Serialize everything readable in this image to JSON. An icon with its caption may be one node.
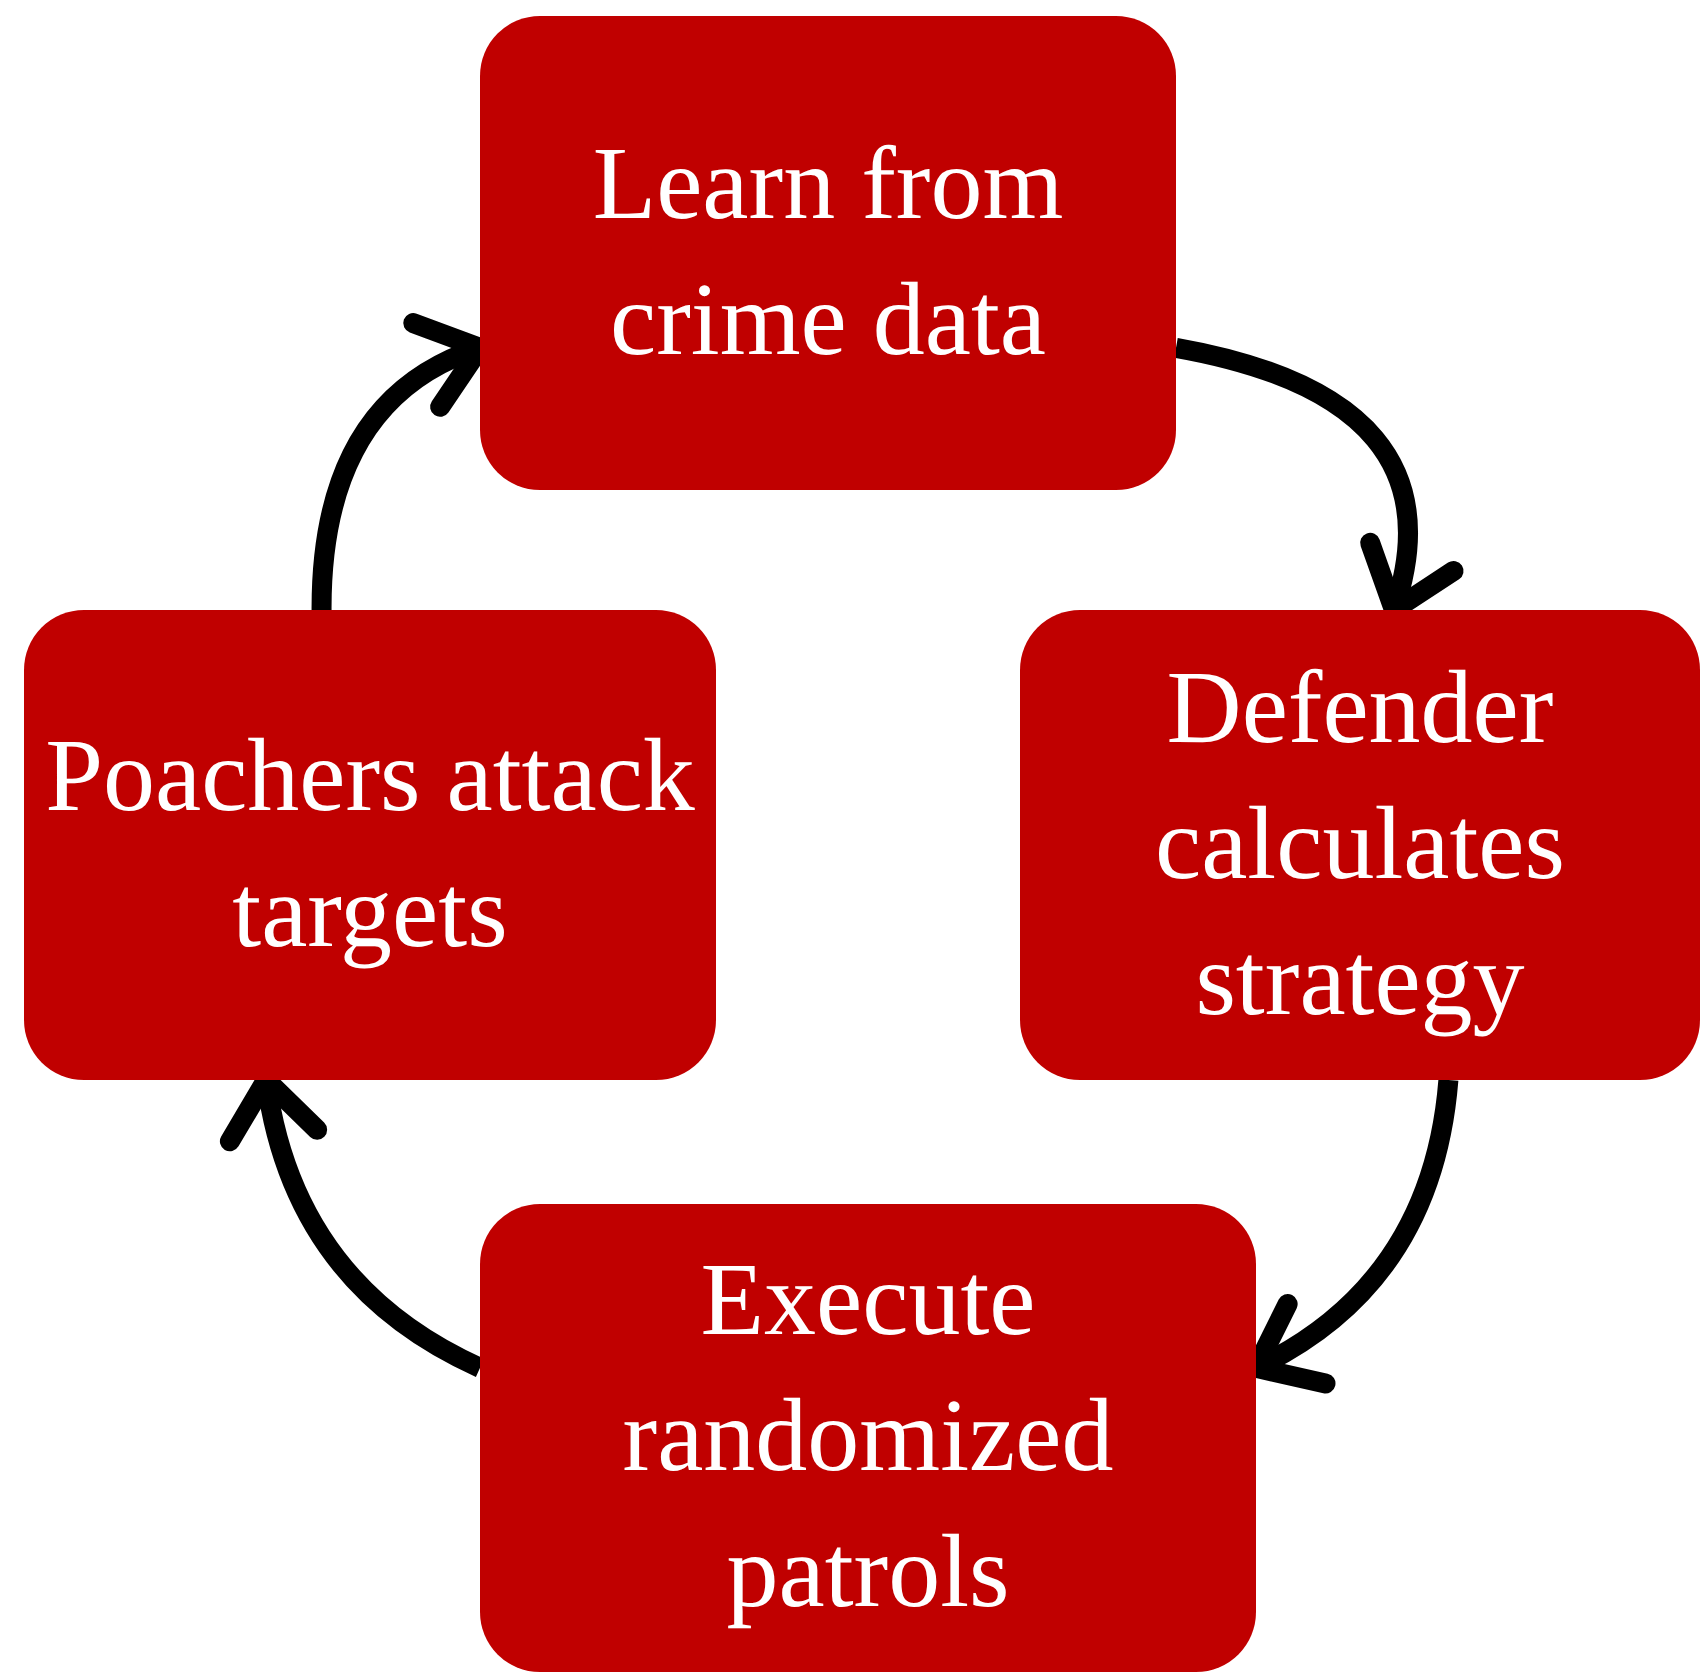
{
  "diagram": {
    "nodes": [
      {
        "text": [
          "Learn from crime data"
        ]
      },
      {
        "text": [
          "Defender calculates strategy"
        ]
      },
      {
        "text": [
          "Execute randomized patrols"
        ]
      },
      {
        "text": [
          "Poachers attack targets"
        ]
      }
    ],
    "edges": [
      {
        "from": 0,
        "to": 1,
        "arrow": "to"
      },
      {
        "from": 1,
        "to": 2,
        "arrow": "to"
      },
      {
        "from": 2,
        "to": 3,
        "arrow": "to"
      },
      {
        "from": 3,
        "to": 0,
        "arrow": "to"
      }
    ]
  }
}
